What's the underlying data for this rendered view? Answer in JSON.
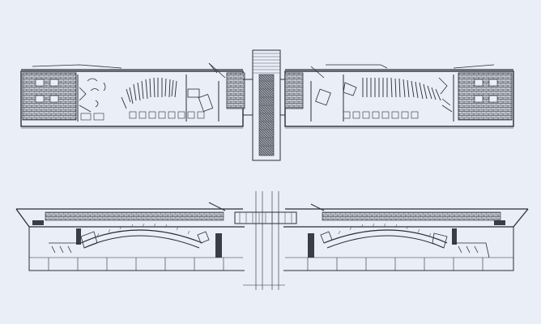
{
  "drawing": {
    "kind": "architectural plan and section",
    "views": [
      "plan",
      "section"
    ],
    "colors": {
      "paper": "#e9eef7",
      "ink": "#2a2d36"
    }
  }
}
